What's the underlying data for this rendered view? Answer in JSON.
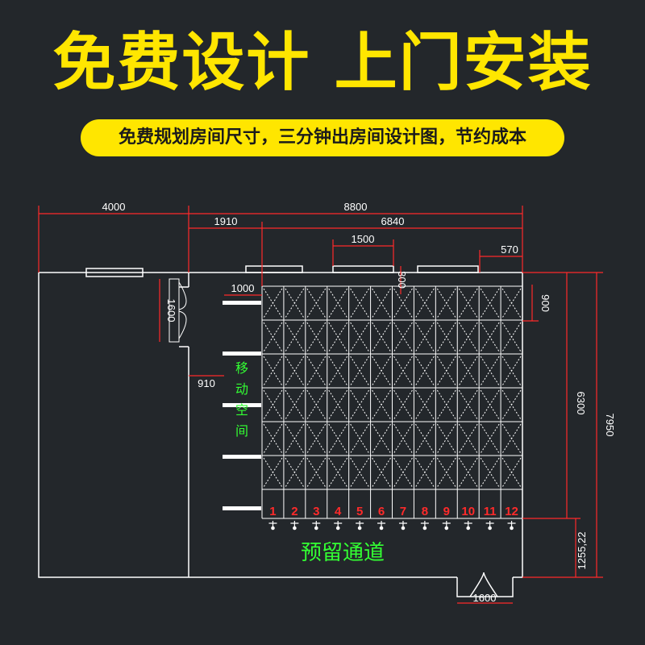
{
  "header": {
    "title": "免费设计 上门安装",
    "subtitle": "免费规划房间尺寸，三分钟出房间设计图，节约成本"
  },
  "drawing": {
    "dimensions": {
      "d4000": "4000",
      "d8800": "8800",
      "d1910": "1910",
      "d6840": "6840",
      "d1500": "1500",
      "d570": "570",
      "d1000": "1000",
      "d300": "300",
      "d900": "900",
      "d1600_left": "1600",
      "d910": "910",
      "d6300": "6300",
      "d7950": "7950",
      "d1255": "1255,22",
      "d1600_bottom": "1600"
    },
    "labels": {
      "moving_space": [
        "移",
        "动",
        "空",
        "间"
      ],
      "reserved_aisle": "预留通道"
    },
    "column_numbers": [
      "1",
      "2",
      "3",
      "4",
      "5",
      "6",
      "7",
      "8",
      "9",
      "10",
      "11",
      "12"
    ]
  },
  "colors": {
    "headline": "#ffe600",
    "background": "#23272b",
    "dimension_line": "#ff2a2a",
    "label_green": "#33ff33"
  }
}
